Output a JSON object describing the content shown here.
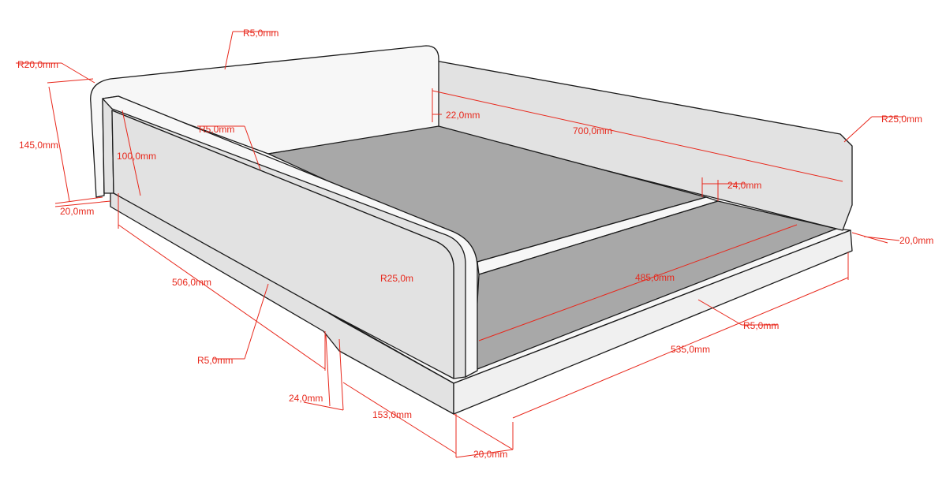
{
  "drawing": {
    "colors": {
      "dimension": "#e8281c",
      "panel": "#e2e2e2",
      "floor": "#a8a8a8",
      "face": "#f7f7f7",
      "edge": "#1a1a1a"
    },
    "labels": {
      "r5_top": "R5,0mm",
      "r20": "R20,0mm",
      "h145": "145,0mm",
      "h100": "100,0mm",
      "w20_left": "20,0mm",
      "r5_inner": "R5,0mm",
      "d22": "22,0mm",
      "l700": "700,0mm",
      "r25_right": "R25,0mm",
      "d24_right": "24,0mm",
      "w20_right": "20,0mm",
      "l506": "506,0mm",
      "r25_front": "R25,0m",
      "l485": "485,0mm",
      "r5_base": "R5,0mm",
      "l535": "535,0mm",
      "r5_bottom": "R5,0mm",
      "d24_bottom": "24,0mm",
      "l153": "153,0mm",
      "h20_bottom": "20,0mm"
    }
  }
}
